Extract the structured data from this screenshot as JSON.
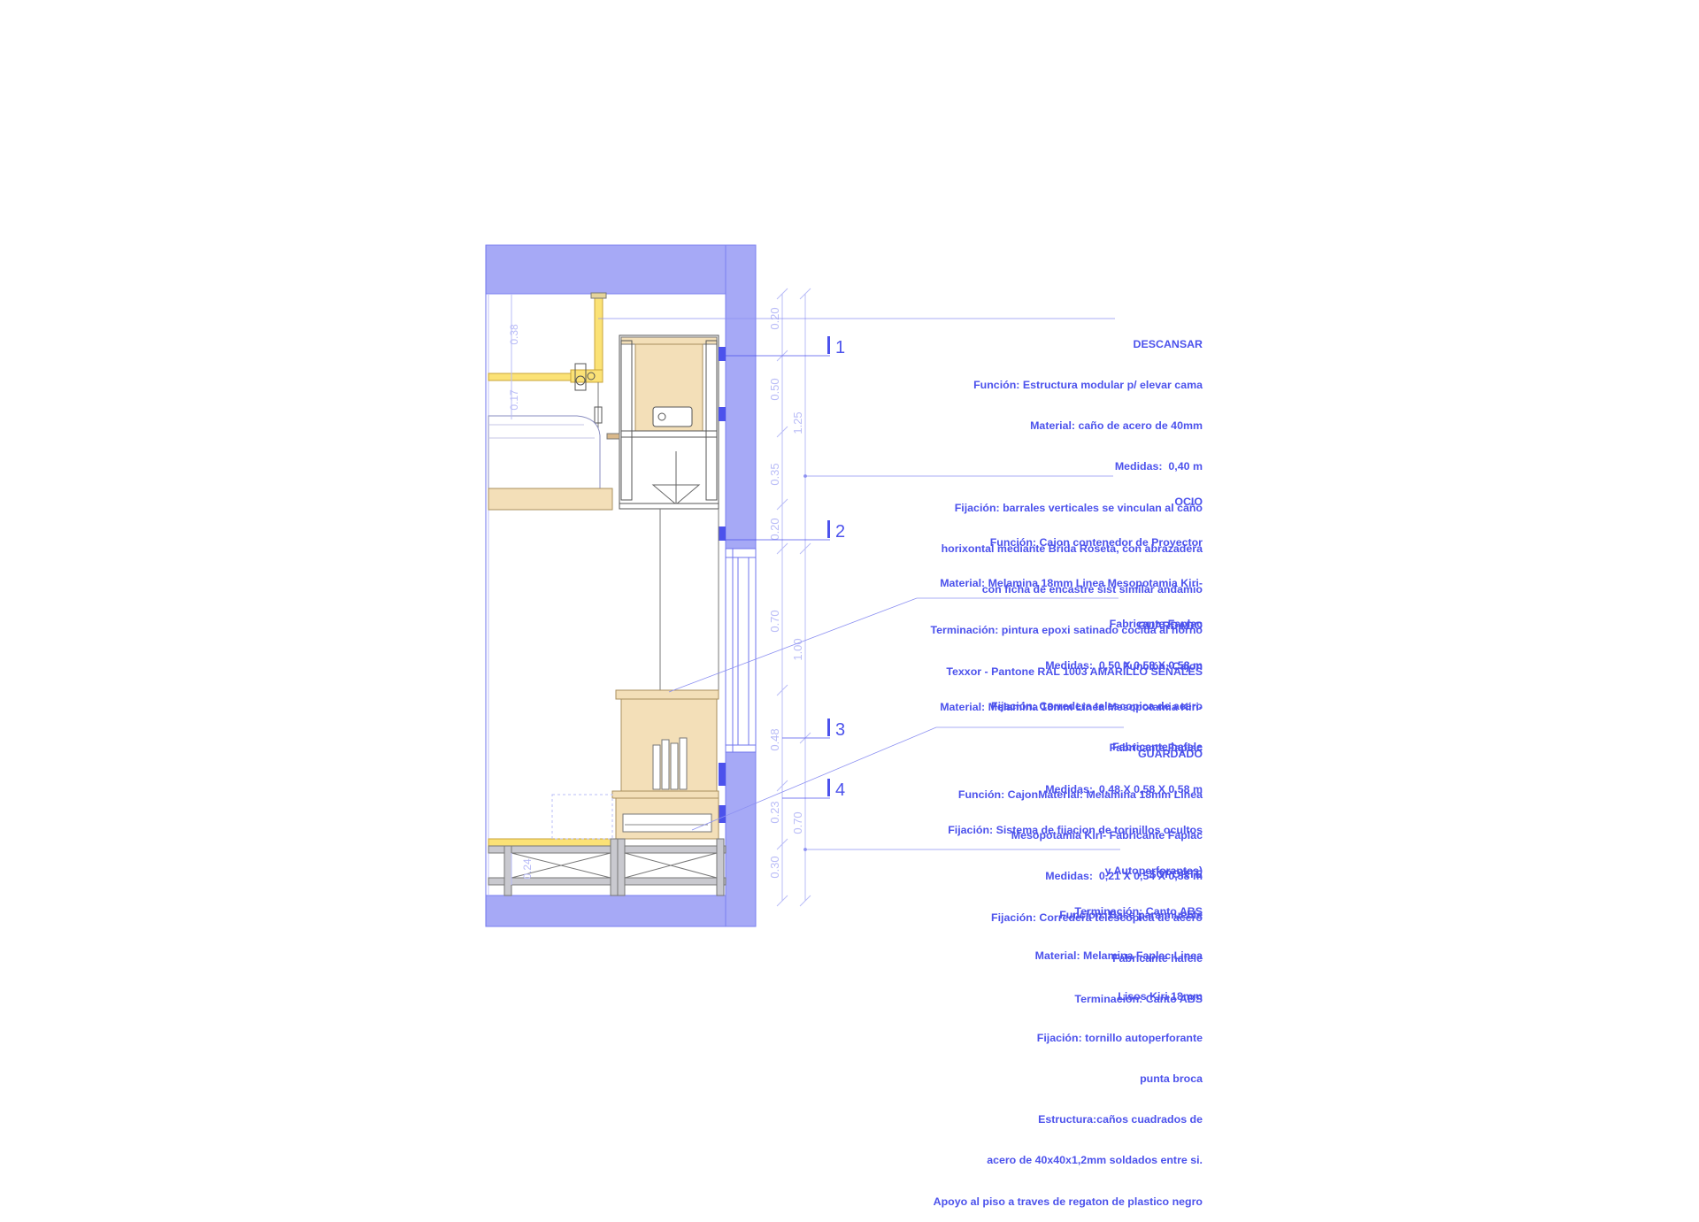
{
  "colors": {
    "wall": "#a6a9f6",
    "line": "#4c52ec",
    "dim": "#b9bcf7",
    "wood": "#f3dfb8",
    "yellow": "#fbe276",
    "grey": "#c9c9cf"
  },
  "dimensions_inner": [
    "0.38",
    "0.17",
    "0.24"
  ],
  "dimensions_outer_1": [
    "0.20",
    "0.50",
    "0.35",
    "0.20",
    "0.70",
    "0.48",
    "0.23",
    "0.30"
  ],
  "dimensions_outer_2": [
    "1.25",
    "1.00",
    "0.70"
  ],
  "level_markers": [
    "1",
    "2",
    "3",
    "4"
  ],
  "notes": [
    {
      "title": "DESCANSAR",
      "lines": [
        "Función: Estructura modular p/ elevar cama",
        "Material: caño de acero de 40mm",
        "Medidas:  0,40 m",
        "Fijación: barrales verticales se vinculan al caño",
        "horixontal mediante Brida Roseta, con abrazadera",
        "con ficha de encastre sist similar andamio",
        "Terminación: pintura epoxi satinado cocida al horno",
        "Texxor - Pantone RAL 1003 AMARILLO SEÑALES"
      ]
    },
    {
      "title": "OCIO",
      "lines": [
        "Función: Cajon contenedor de Proyector",
        "Material: Melamina 18mm Linea Mesopotamia Kiri-",
        "Fabricante Faplac",
        "Medidas:  0,50 X 0,58 X 0,58 m",
        "Fijación: Corredera telescopica de acero",
        "Fabricante hafele"
      ]
    },
    {
      "title": "GUARDADO",
      "lines": [
        "Función: Cajon",
        "Material: Melamina 18mm Linea Mesopotamia Kiri-",
        "Fabricante Faplac",
        "Medidas:  0,48 X 0,58 X 0,58 m",
        "Fijación: Sistema de fijacion de torinillos ocultos",
        "y Autoperforantes)",
        "Terminación: Canto ABS"
      ]
    },
    {
      "title": "GUARDADO",
      "lines": [
        "Función: CajonMaterial: Melamina 18mm Linea",
        "Mesopotamia Kiri- Fabricante Faplac",
        "Medidas:  0,21 X 0,54 X 0,58 m",
        "Fijación: Corredera telescopica de acero",
        "Fabricante hafele",
        "Terminación: Canto ABS"
      ]
    },
    {
      "title": "SOPORTE",
      "lines": [
        "Funcion: Base para mueble",
        "Material: Melamina Faplac Linea",
        "Lisos Kiri 18mm",
        "Fijación: tornillo autoperforante",
        "punta broca",
        "Estructura:caños cuadrados de",
        "acero de 40x40x1,2mm soldados entre si.",
        "Apoyo al piso a traves de regaton de plastico negro"
      ]
    }
  ]
}
